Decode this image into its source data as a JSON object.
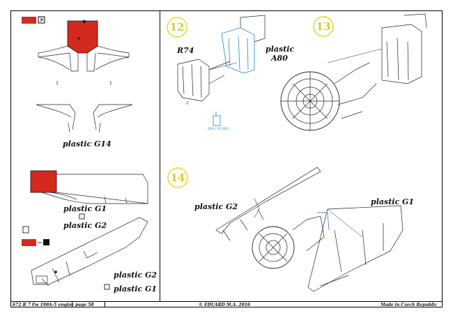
{
  "colors": {
    "paint_red": "#d42a1e",
    "step_yellow": "#e8e05a",
    "etch_blue": "#3a8fd1",
    "line": "#222222"
  },
  "labels": {
    "plastic_g14": "plastic G14",
    "plastic_g1_left": "plastic G1",
    "plastic_g2_left": "plastic G2",
    "plastic_g2_bottom": "plastic G2",
    "plastic_g1_bottom": "plastic G1",
    "r74": "R74",
    "plastic_a80_line1": "plastic",
    "plastic_a80_line2": "A80",
    "plastic_g2_step14": "plastic G2",
    "plastic_g1_step14": "plastic G1"
  },
  "steps": {
    "s12": "12",
    "s13": "13",
    "s14": "14"
  },
  "footer": {
    "product": "672 R 7  Fw 190A-5 engine",
    "page": "page 58",
    "copyright": "© EDUARD  M.A. 2016",
    "origin": "Made in Czech Republic"
  }
}
